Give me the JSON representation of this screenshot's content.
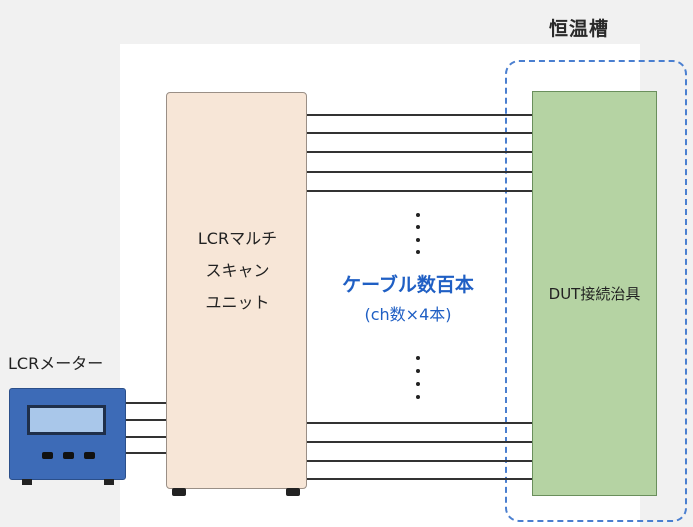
{
  "chamber": {
    "title": "恒温槽"
  },
  "fixture": {
    "label": "DUT接続治具"
  },
  "scan_unit": {
    "label": "LCRマルチ\nスキャン\nユニット"
  },
  "meter": {
    "label": "LCRメーター"
  },
  "cables": {
    "title": "ケーブル数百本",
    "subtitle": "(ch数×4本)"
  },
  "colors": {
    "chamber_border": "#4a7fd0",
    "fixture_fill": "#b5d3a3",
    "scan_unit_fill": "#f7e6d7",
    "meter_fill": "#3d6bb7",
    "caption_text": "#1f5fc4"
  }
}
